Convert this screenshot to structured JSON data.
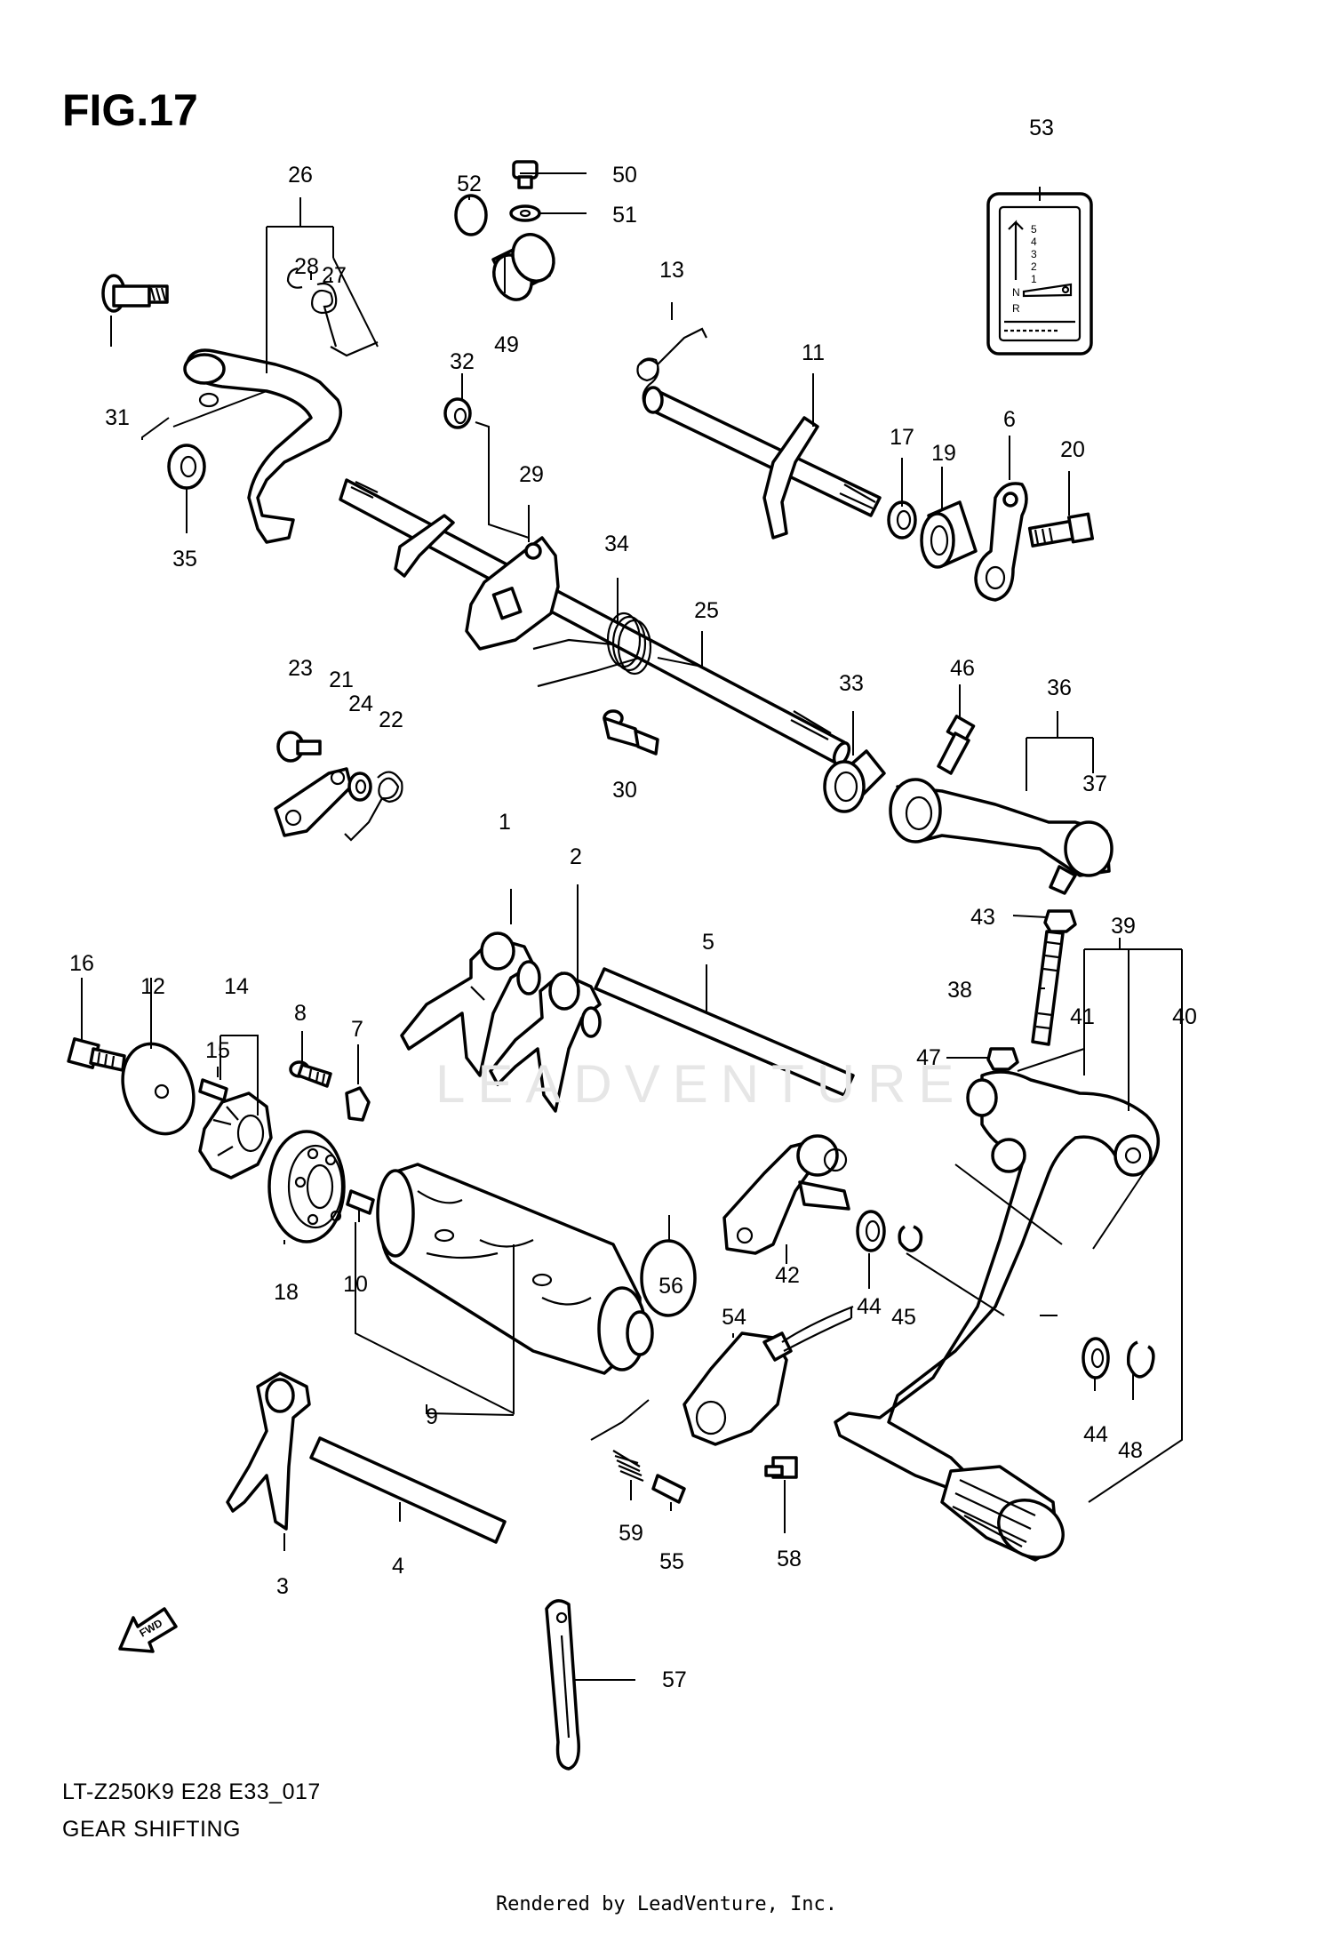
{
  "figure": {
    "title": "FIG.17",
    "model_code": "LT-Z250K9 E28 E33_017",
    "section_name": "GEAR SHIFTING",
    "rendered_by": "Rendered by LeadVenture, Inc.",
    "watermark": "LEADVENTURE",
    "fwd_label": "FWD"
  },
  "gear_label": {
    "gears": [
      "5",
      "4",
      "3",
      "2",
      "1"
    ],
    "neutral": "N",
    "reverse": "R"
  },
  "callouts": [
    "1",
    "2",
    "3",
    "4",
    "5",
    "6",
    "7",
    "8",
    "9",
    "10",
    "11",
    "12",
    "13",
    "14",
    "15",
    "16",
    "17",
    "18",
    "19",
    "20",
    "21",
    "22",
    "23",
    "24",
    "25",
    "26",
    "27",
    "28",
    "29",
    "30",
    "31",
    "32",
    "33",
    "34",
    "35",
    "36",
    "37",
    "38",
    "39",
    "40",
    "41",
    "42",
    "43",
    "44",
    "44",
    "45",
    "46",
    "47",
    "48",
    "49",
    "50",
    "51",
    "52",
    "53",
    "54",
    "55",
    "56",
    "57",
    "58",
    "59"
  ]
}
